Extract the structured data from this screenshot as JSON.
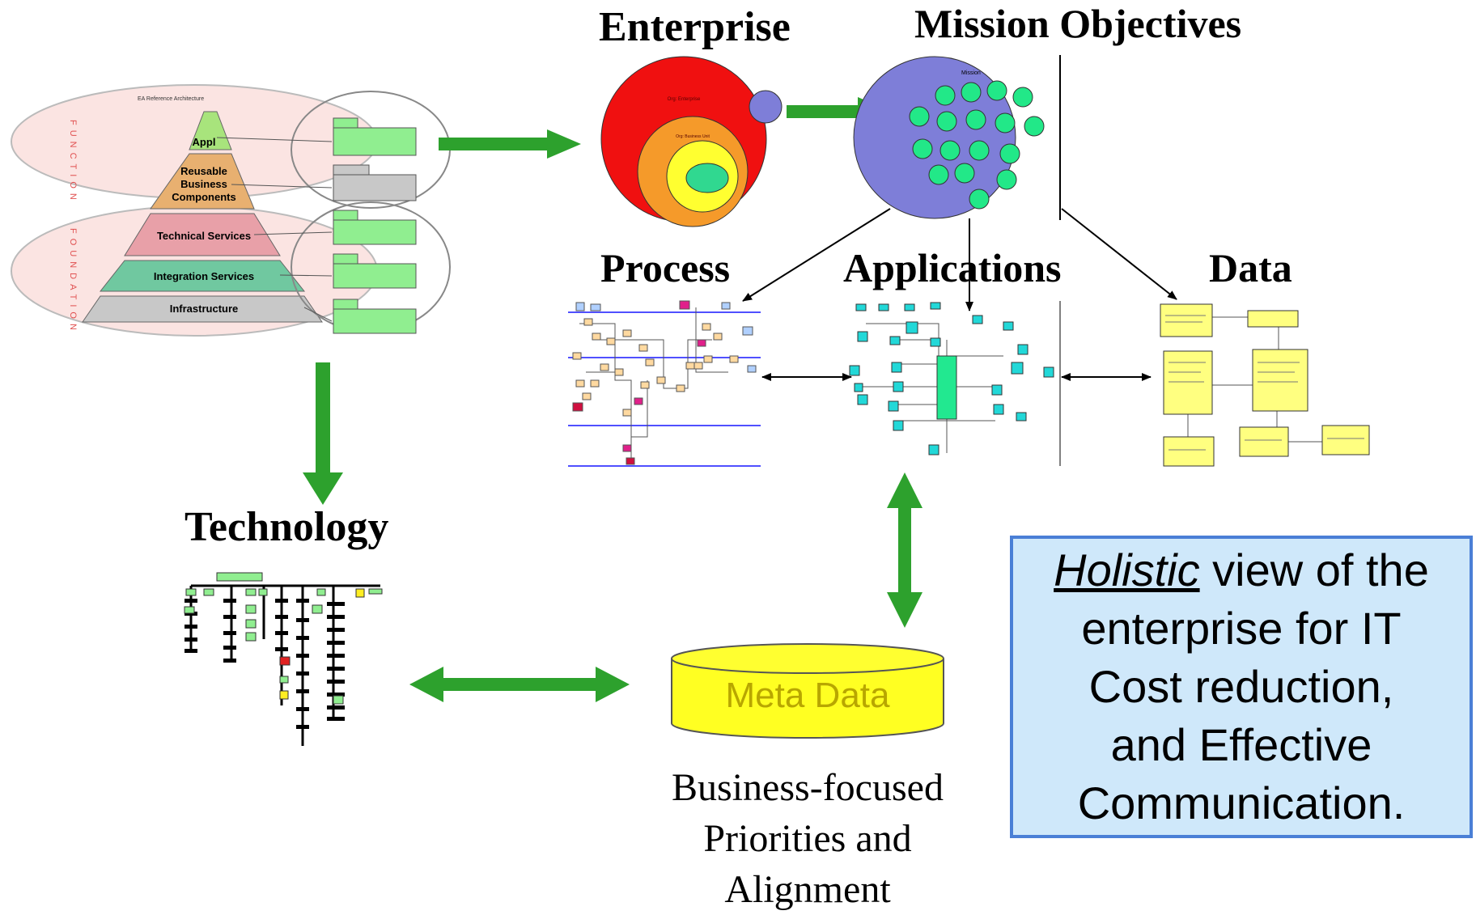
{
  "titles": {
    "enterprise": "Enterprise",
    "mission_objectives": "Mission Objectives",
    "process": "Process",
    "applications": "Applications",
    "data": "Data",
    "technology": "Technology"
  },
  "pyramid": {
    "layers": [
      "Appl",
      "Reusable",
      "Business",
      "Components",
      "Technical Services",
      "Integration Services",
      "Infrastructure"
    ],
    "side_function": "FUNCTION",
    "side_foundation": "FOUNDATION"
  },
  "meta_data": {
    "label": "Meta Data"
  },
  "caption": {
    "line1": "Business-focused",
    "line2": "Priorities and",
    "line3": "Alignment"
  },
  "callout": {
    "emphasis": "Holistic",
    "line1_rest": " view of the",
    "line2": "enterprise for IT",
    "line3": "Cost reduction,",
    "line4": "and Effective",
    "line5": "Communication."
  },
  "colors": {
    "arrow_green": "#2da12d",
    "enterprise_red": "#f01010",
    "enterprise_orange": "#f59a2a",
    "enterprise_yellow": "#ffff30",
    "mission_blue": "#7e7ed8",
    "meta_yellow": "#ffff22",
    "callout_bg": "#cfe8fa",
    "callout_border": "#4a7fd6"
  }
}
